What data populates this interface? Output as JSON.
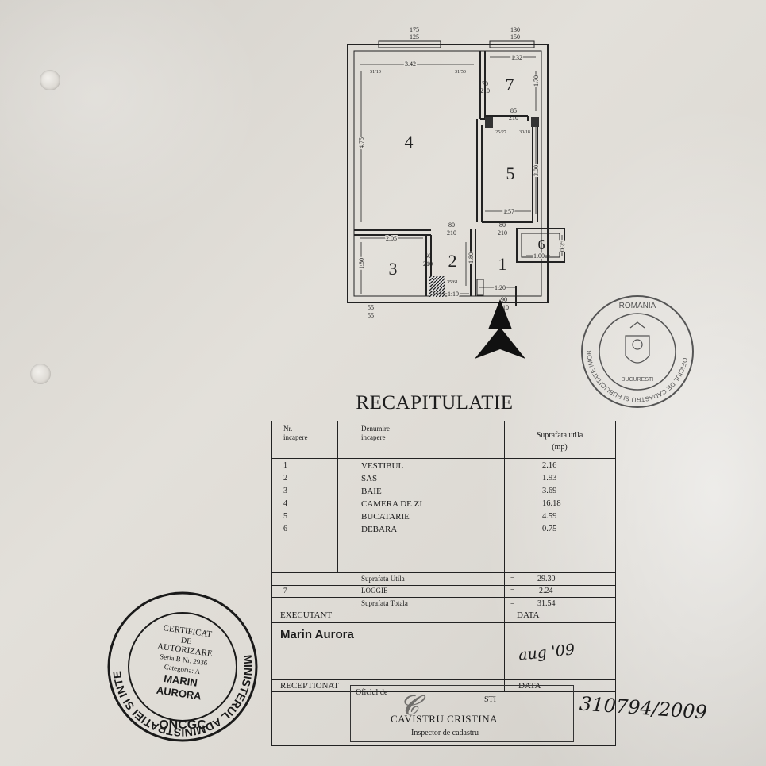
{
  "plan": {
    "top_dims": [
      {
        "top": "175",
        "bottom": "125"
      },
      {
        "top": "130",
        "bottom": "150"
      }
    ],
    "dim_3_42": "3.42",
    "dim_1_32": "1.32",
    "dim_1_70": "1.70",
    "dim_4_75": "4.75",
    "dim_3_00": "3.00",
    "dim_1_57": "1.57",
    "dim_2_05": "2.05",
    "dim_1_80": "1.80",
    "dim_1_80b": "1.80",
    "dim_1_20": "1.20",
    "dim_1_19": "1.19",
    "dim_1_00": "1.00",
    "dim_0_75": "0.75",
    "win_51_10": "51/10",
    "win_31_50": "31/50",
    "win_25_27": "25/27",
    "win_30_18": "30/18",
    "win_35_61": "35/61",
    "doors": [
      {
        "top": "70",
        "bottom": "210"
      },
      {
        "top": "85",
        "bottom": "210"
      },
      {
        "top": "80",
        "bottom": "210"
      },
      {
        "top": "80",
        "bottom": "210"
      },
      {
        "top": "60",
        "bottom": "210"
      },
      {
        "top": "90",
        "bottom": "210"
      }
    ],
    "bottom_55a": "55",
    "bottom_55b": "55",
    "rooms": [
      "1",
      "2",
      "3",
      "4",
      "5",
      "6",
      "7"
    ]
  },
  "title": "RECAPITULATIE",
  "table": {
    "h_nr_1": "Nr.",
    "h_nr_2": "incapere",
    "h_den_1": "Denumire",
    "h_den_2": "incapere",
    "h_sup_1": "Suprafata utila",
    "h_sup_2": "(mp)",
    "rows": [
      {
        "nr": "1",
        "name": "VESTIBUL",
        "area": "2.16"
      },
      {
        "nr": "2",
        "name": "SAS",
        "area": "1.93"
      },
      {
        "nr": "3",
        "name": "BAIE",
        "area": "3.69"
      },
      {
        "nr": "4",
        "name": "CAMERA DE ZI",
        "area": "16.18"
      },
      {
        "nr": "5",
        "name": "BUCATARIE",
        "area": "4.59"
      },
      {
        "nr": "6",
        "name": "DEBARA",
        "area": "0.75"
      }
    ],
    "sum_util_label": "Suprafata Utila",
    "sum_util_value": "29.30",
    "loggia_nr": "7",
    "loggia_label": "LOGGIE",
    "loggia_value": "2.24",
    "sum_total_label": "Suprafata Totala",
    "sum_total_value": "31.54",
    "eq": "=",
    "executant_label": "EXECUTANT",
    "data_label": "DATA",
    "executant_name": "Marin Aurora",
    "exec_date": "aug '09",
    "receptionat_label": "RECEPTIONAT",
    "data_label2": "DATA",
    "office_line": "Oficiul de",
    "stamp_city": "STI",
    "inspector_name": "CAVISTRU CRISTINA",
    "inspector_role": "Inspector de cadastru",
    "registration": "310794/2009"
  },
  "stamp_left": {
    "ring": "MINISTERUL ADMINISTRATIEI SI INTERNELOR",
    "bottom": "ONCGC",
    "l1": "CERTIFICAT",
    "l2": "DE",
    "l3": "AUTORIZARE",
    "l4": "Seria B Nr. 2936",
    "l5": "Categoria: A",
    "l6": "MARIN",
    "l7": "AURORA"
  },
  "stamp_right": {
    "country": "ROMANIA",
    "ring": "OFICIUL DE CADASTRU SI PUBLICITATE IMOBILIARA",
    "city": "BUCURESTI"
  }
}
